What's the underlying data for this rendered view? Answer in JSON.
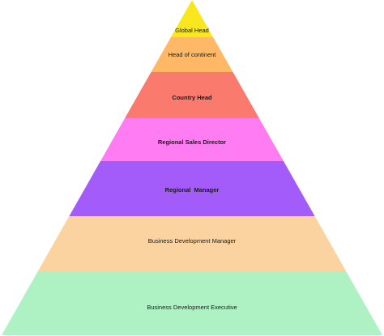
{
  "diagram": {
    "tiers": [
      {
        "label": "Global Head",
        "color": "#f9e71e",
        "bold": false
      },
      {
        "label": "Head of continent",
        "color": "#ffb865",
        "bold": false
      },
      {
        "label": "Country Head",
        "color": "#fa7a6e",
        "bold": true
      },
      {
        "label": "Regional Sales Director",
        "color": "#ff7cf2",
        "bold": true
      },
      {
        "label": "Regional  Manager",
        "color": "#a35bfa",
        "bold": true
      },
      {
        "label": "Business Development Manager",
        "color": "#fbd3a0",
        "bold": false
      },
      {
        "label": "Business Development Executive",
        "color": "#aef2c4",
        "bold": false
      }
    ]
  }
}
